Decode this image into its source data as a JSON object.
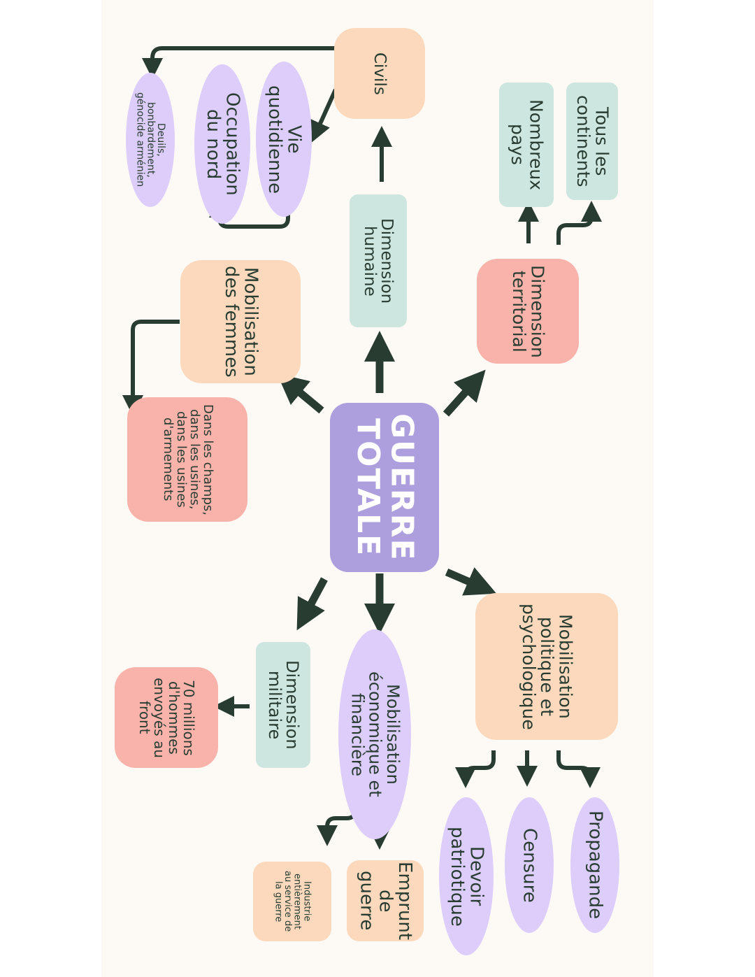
{
  "title": "GUERRE TOTALE",
  "colors": {
    "center": "#ad9fdd",
    "orange": "#fcd9bc",
    "teal": "#cde6df",
    "salmon": "#f9b3aa",
    "lavender": "#dccdfa",
    "arrow": "#283c32",
    "background": "#fdfaf6"
  },
  "nodes": {
    "center": "GUERRE\nTOTALE",
    "dimension_humaine": "Dimension\nhumaine",
    "civils": "Civils",
    "vie_quotidienne": "Vie\nquotidienne",
    "occupation_nord": "Occupation\ndu nord",
    "deuils": "Deuils,\nbonbardement,\ngénocide arménien",
    "dimension_territorial": "Dimension\nterritorial",
    "tous_continents": "Tous les\ncontinents",
    "nombreux_pays": "Nombreux\npays",
    "mobilisation_femmes": "Mobilisation\ndes femmes",
    "champs_usines": "Dans les champs,\ndans les usines,\ndans les usines\nd'armements",
    "mobilisation_politique": "Mobilisation\npolitique et\npsychologique",
    "propagande": "Propagande",
    "censure": "Censure",
    "devoir_patriotique": "Devoir\npatriotique",
    "mobilisation_economique": "Mobilisation\néconomique et\nfinancière",
    "emprunt_guerre": "Emprunt\nde guerre",
    "industrie": "Industrie\nentièrement\nau service de\nla guerre",
    "dimension_militaire": "Dimension\nmilitaire",
    "millions_hommes": "70 millions\nd'hommes\nenvoyés au\nfront"
  }
}
